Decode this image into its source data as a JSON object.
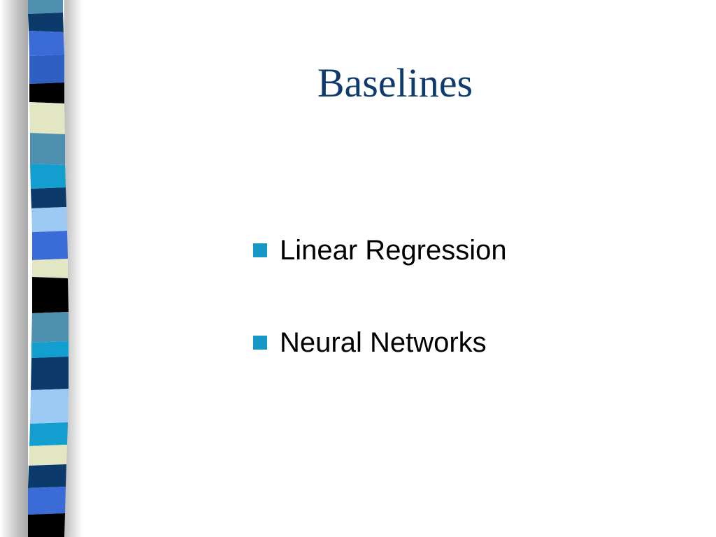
{
  "slide": {
    "title": "Baselines",
    "bullets": [
      {
        "text": "Linear Regression"
      },
      {
        "text": "Neural Networks"
      }
    ]
  },
  "colors": {
    "title": "#0e3a6e",
    "bullet_marker": "#1597c8",
    "border_palette": [
      "#4f8fb0",
      "#0b3a6b",
      "#3a6bd6",
      "#000000",
      "#e3e6c3",
      "#129fd0",
      "#9ccaf5",
      "#ffffff"
    ]
  },
  "icons": {
    "bullet": "square-bullet-icon",
    "border": "striped-border-decoration"
  }
}
